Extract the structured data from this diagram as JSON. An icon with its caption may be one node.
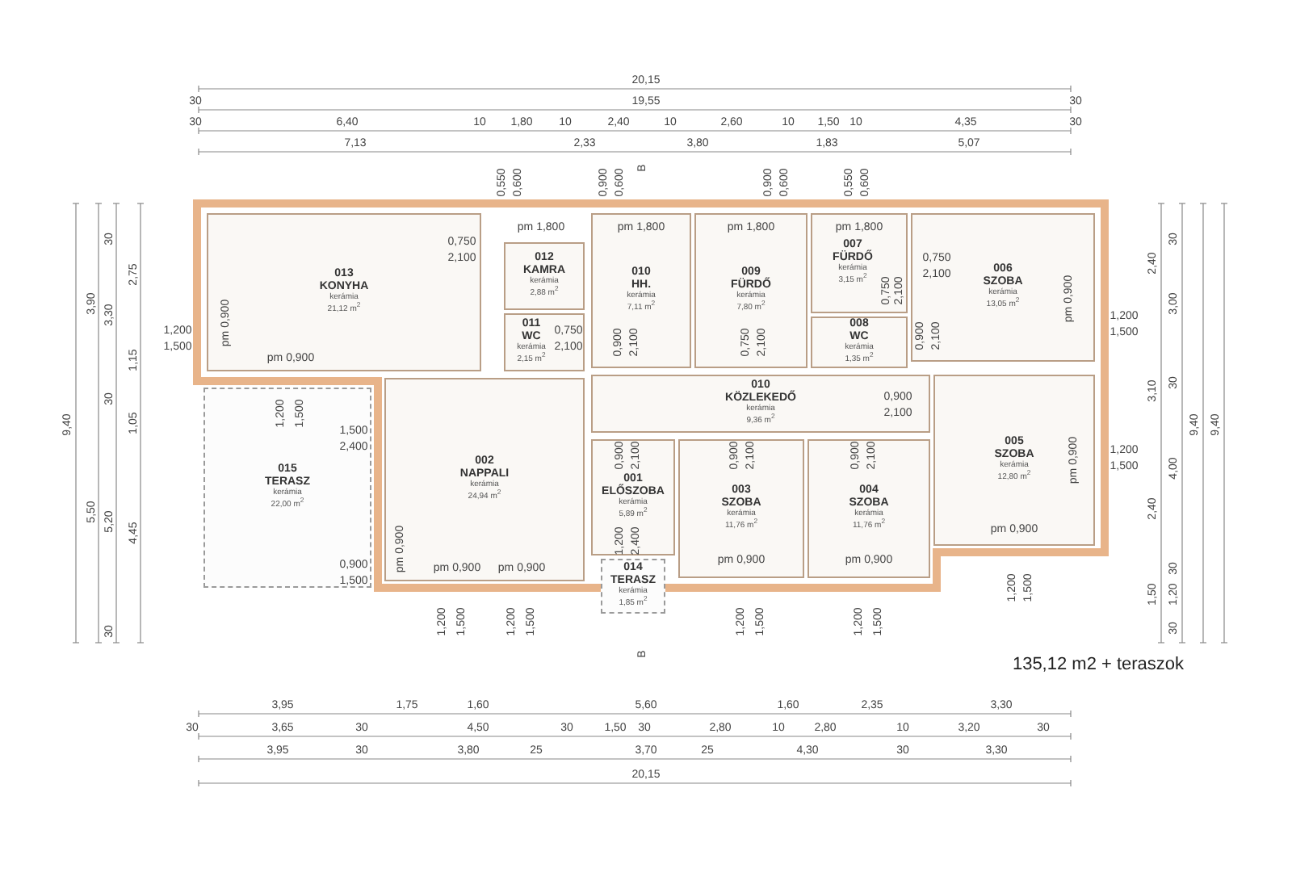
{
  "diagram": {
    "nodes": [
      {
        "text": [
          "013",
          "KONYHA",
          "kerámia",
          "21,12 m$^{2}$"
        ]
      },
      {
        "text": [
          "012",
          "KAMRA",
          "kerámia",
          "2,88 m$^{2}$"
        ]
      },
      {
        "text": [
          "010",
          "HH.",
          "kerámia",
          "7,11 m$^{2}$"
        ]
      },
      {
        "text": [
          "009",
          "FÜRDŐ",
          "kerámia",
          "7,80 m$^{2}$"
        ]
      },
      {
        "text": [
          "007",
          "FÜRDŐ",
          "kerámia",
          "3,15 m$^{2}$"
        ]
      },
      {
        "text": [
          "006",
          "SZOBA",
          "kerámia",
          "13,05 m$^{2}$"
        ]
      },
      {
        "text": [
          "011",
          "WC",
          "kerámia",
          "2,15 m$^{2}$"
        ]
      },
      {
        "text": [
          "008",
          "WC",
          "kerámia",
          "1,35 m$^{2}$"
        ]
      },
      {
        "text": [
          "010",
          "KÖZLEKEDŐ",
          "kerámia",
          "9,36 m$^{2}$"
        ]
      },
      {
        "text": [
          "002",
          "NAPPALI",
          "kerámia",
          "24,94 m$^{2}$"
        ]
      },
      {
        "text": [
          "005",
          "SZOBA",
          "kerámia",
          "12,80 m$^{2}$"
        ]
      },
      {
        "text": [
          "001",
          "ELŐSZOBA",
          "kerámia",
          "5,89 m$^{2}$"
        ]
      },
      {
        "text": [
          "003",
          "SZOBA",
          "kerámia",
          "11,76 m$^{2}$"
        ]
      },
      {
        "text": [
          "004",
          "SZOBA",
          "kerámia",
          "11,76 m$^{2}$"
        ]
      },
      {
        "text": [
          "015",
          "TERASZ",
          "kerámia",
          "22,00 m$^{2}$"
        ]
      },
      {
        "text": [
          "014",
          "TERASZ",
          "kerámia",
          "1,85 m$^{2}$"
        ]
      }
    ],
    "labels": [
      "20,15",
      "30",
      "19,55",
      "30",
      "30",
      "6,40",
      "10",
      "1,80",
      "10",
      "2,40",
      "10",
      "2,60",
      "10",
      "1,50",
      "10",
      "4,35",
      "30",
      "7,13",
      "2,33",
      "3,80",
      "1,83",
      "5,07",
      "B",
      "0,550",
      "0,600",
      "0,900",
      "0,600",
      "0,900",
      "0,600",
      "0,550",
      "0,600",
      "30",
      "2,75",
      "3,90",
      "3,30",
      "1,15",
      "30",
      "9,40",
      "1,05",
      "5,50",
      "5,20",
      "4,45",
      "30",
      "30",
      "2,40",
      "3,00",
      "30",
      "3,10",
      "9,40",
      "9,40",
      "4,00",
      "2,40",
      "30",
      "1,50",
      "1,20",
      "30",
      "0,750",
      "2,100",
      "pm 1,800",
      "pm 1,800",
      "pm 1,800",
      "pm 1,800",
      "0,750",
      "2,100",
      "0,750",
      "2,100",
      "1,200",
      "1,500",
      "pm 0,900",
      "pm 0,900",
      "0,900",
      "2,100",
      "0,750",
      "2,100",
      "0,750",
      "2,100",
      "0,900",
      "2,100",
      "0,900",
      "2,100",
      "1,200",
      "1,500",
      "1,500",
      "2,400",
      "0,900",
      "2,100",
      "0,900",
      "2,100",
      "0,900",
      "2,100",
      "pm 0,900",
      "0,900",
      "1,500",
      "1,200",
      "2,400",
      "pm 0,900",
      "pm 0,900",
      "pm 0,900",
      "pm 0,900",
      "pm 0,900",
      "1,200",
      "1,500",
      "pm 0,900",
      "1,200",
      "1,500",
      "pm 0,900",
      "1,200",
      "1,500",
      "1,200",
      "1,500",
      "1,200",
      "1,500",
      "1,200",
      "1,500",
      "1,200",
      "1,500",
      "B",
      "135,12 m2 + teraszok",
      "3,95",
      "1,75",
      "1,60",
      "5,60",
      "1,60",
      "2,35",
      "3,30",
      "30",
      "3,65",
      "30",
      "4,50",
      "30",
      "1,50",
      "30",
      "2,80",
      "10",
      "2,80",
      "10",
      "3,20",
      "30",
      "3,95",
      "30",
      "3,80",
      "25",
      "3,70",
      "25",
      "4,30",
      "30",
      "3,30",
      "20,15"
    ]
  }
}
